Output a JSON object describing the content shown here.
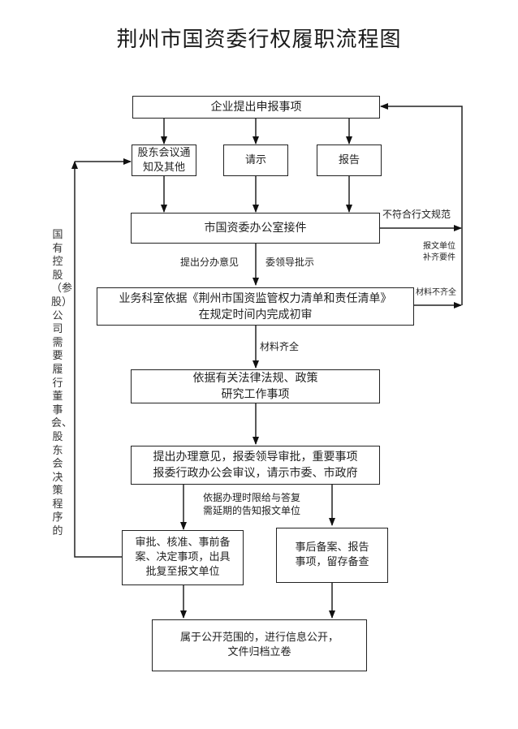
{
  "title": "荆州市国资委行权履职流程图",
  "nodes": {
    "submit": "企业提出申报事项",
    "meeting_notice": "股东会议通\n知及其他",
    "request": "请示",
    "report": "报告",
    "office_receive": "市国资委办公室接件",
    "preliminary_review": "业务科室依据《荆州市国资监管权力清单和责任清单》\n在规定时间内完成初审",
    "research": "依据有关法律法规、政策\n研究工作事项",
    "opinion": "提出办理意见，报委领导审批，重要事项\n报委行政办公会审议，请示市委、市政府",
    "approval": "审批、核准、事前备\n案、决定事项，出具\n批复至报文单位",
    "filing": "事后备案、报告\n事项，留存备查",
    "archive": "属于公开范围的，进行信息公开，\n文件归档立卷"
  },
  "edge_labels": {
    "non_compliant": "不符合行文规范",
    "supplement": "报文单位\n补齐要件",
    "incomplete": "材料不齐全",
    "assign_opinion": "提出分办意见",
    "leader_instruction": "委领导批示",
    "complete": "材料齐全",
    "time_limit": "依据办理时限给与答复\n需延期的告知报文单位",
    "state_owned_note": "国有控股（参股）公司需要履行董事会、股东会决策程序的"
  }
}
